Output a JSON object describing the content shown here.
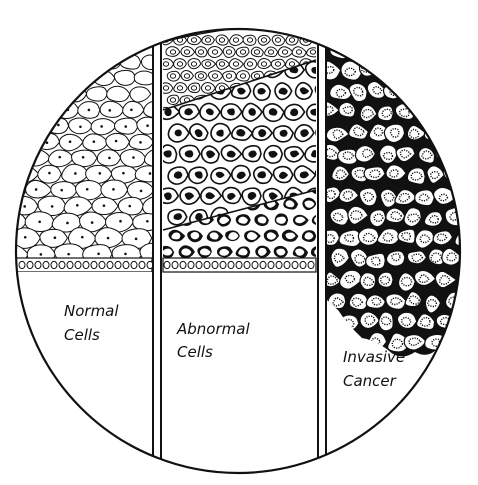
{
  "labels": {
    "normal": [
      "Normal",
      "Cells"
    ],
    "abnormal": [
      "Abnormal",
      "Cells"
    ],
    "invasive": [
      "Invasive",
      "Cancer"
    ]
  },
  "colors": {
    "ink": "#111111",
    "paper": "#ffffff"
  }
}
